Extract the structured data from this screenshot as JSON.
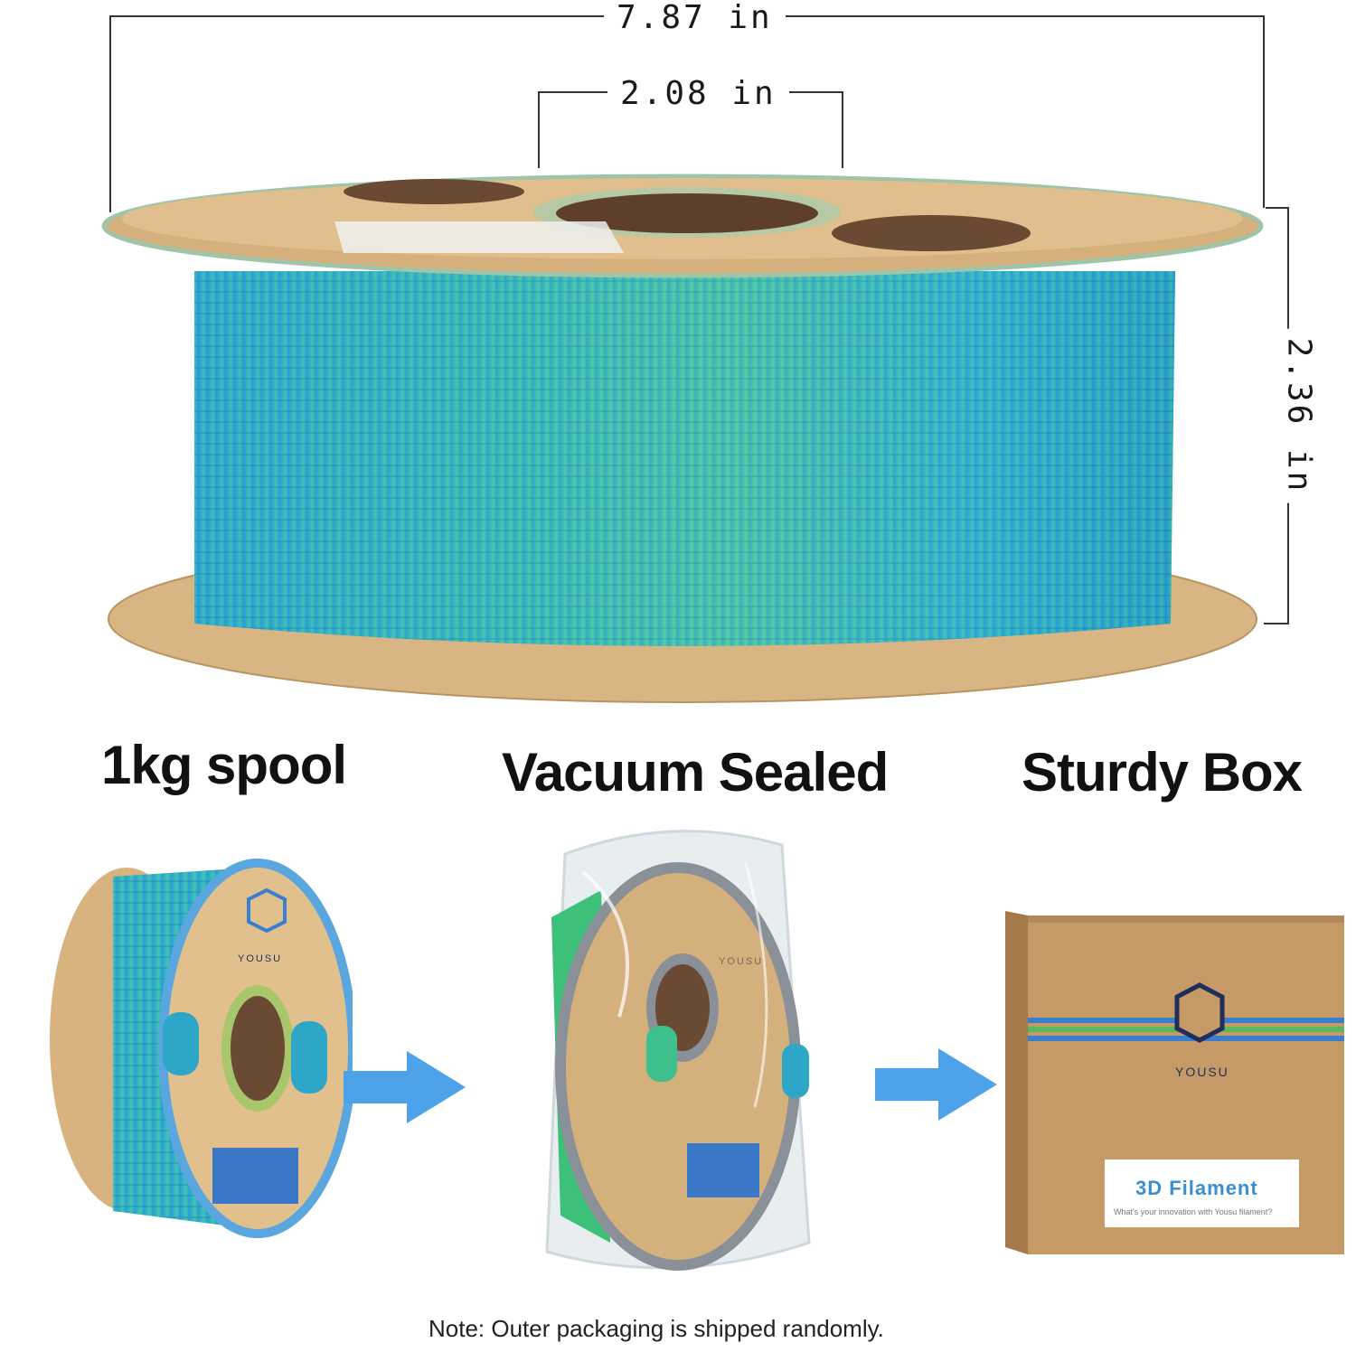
{
  "dimensions": {
    "outer_diameter": "7.87 in",
    "hub_diameter": "2.08 in",
    "width": "2.36 in"
  },
  "features": [
    {
      "label": "1kg spool",
      "icon": "spool-photo"
    },
    {
      "label": "Vacuum Sealed",
      "icon": "vacuum-bag-photo"
    },
    {
      "label": "Sturdy Box",
      "icon": "cardboard-box-photo"
    }
  ],
  "box": {
    "title": "3D Filament",
    "subtitle": "What's your innovation with Yousu filament?",
    "brand": "YOUSU"
  },
  "spool_brand": "YOUSU",
  "note": "Note: Outer packaging is shipped randomly.",
  "colors": {
    "filament_blue": "#2aa6d8",
    "filament_green": "#4cc88a",
    "cardboard": "#dcb98a",
    "arrow": "#4ea2ea",
    "box_kraft": "#c39664"
  }
}
